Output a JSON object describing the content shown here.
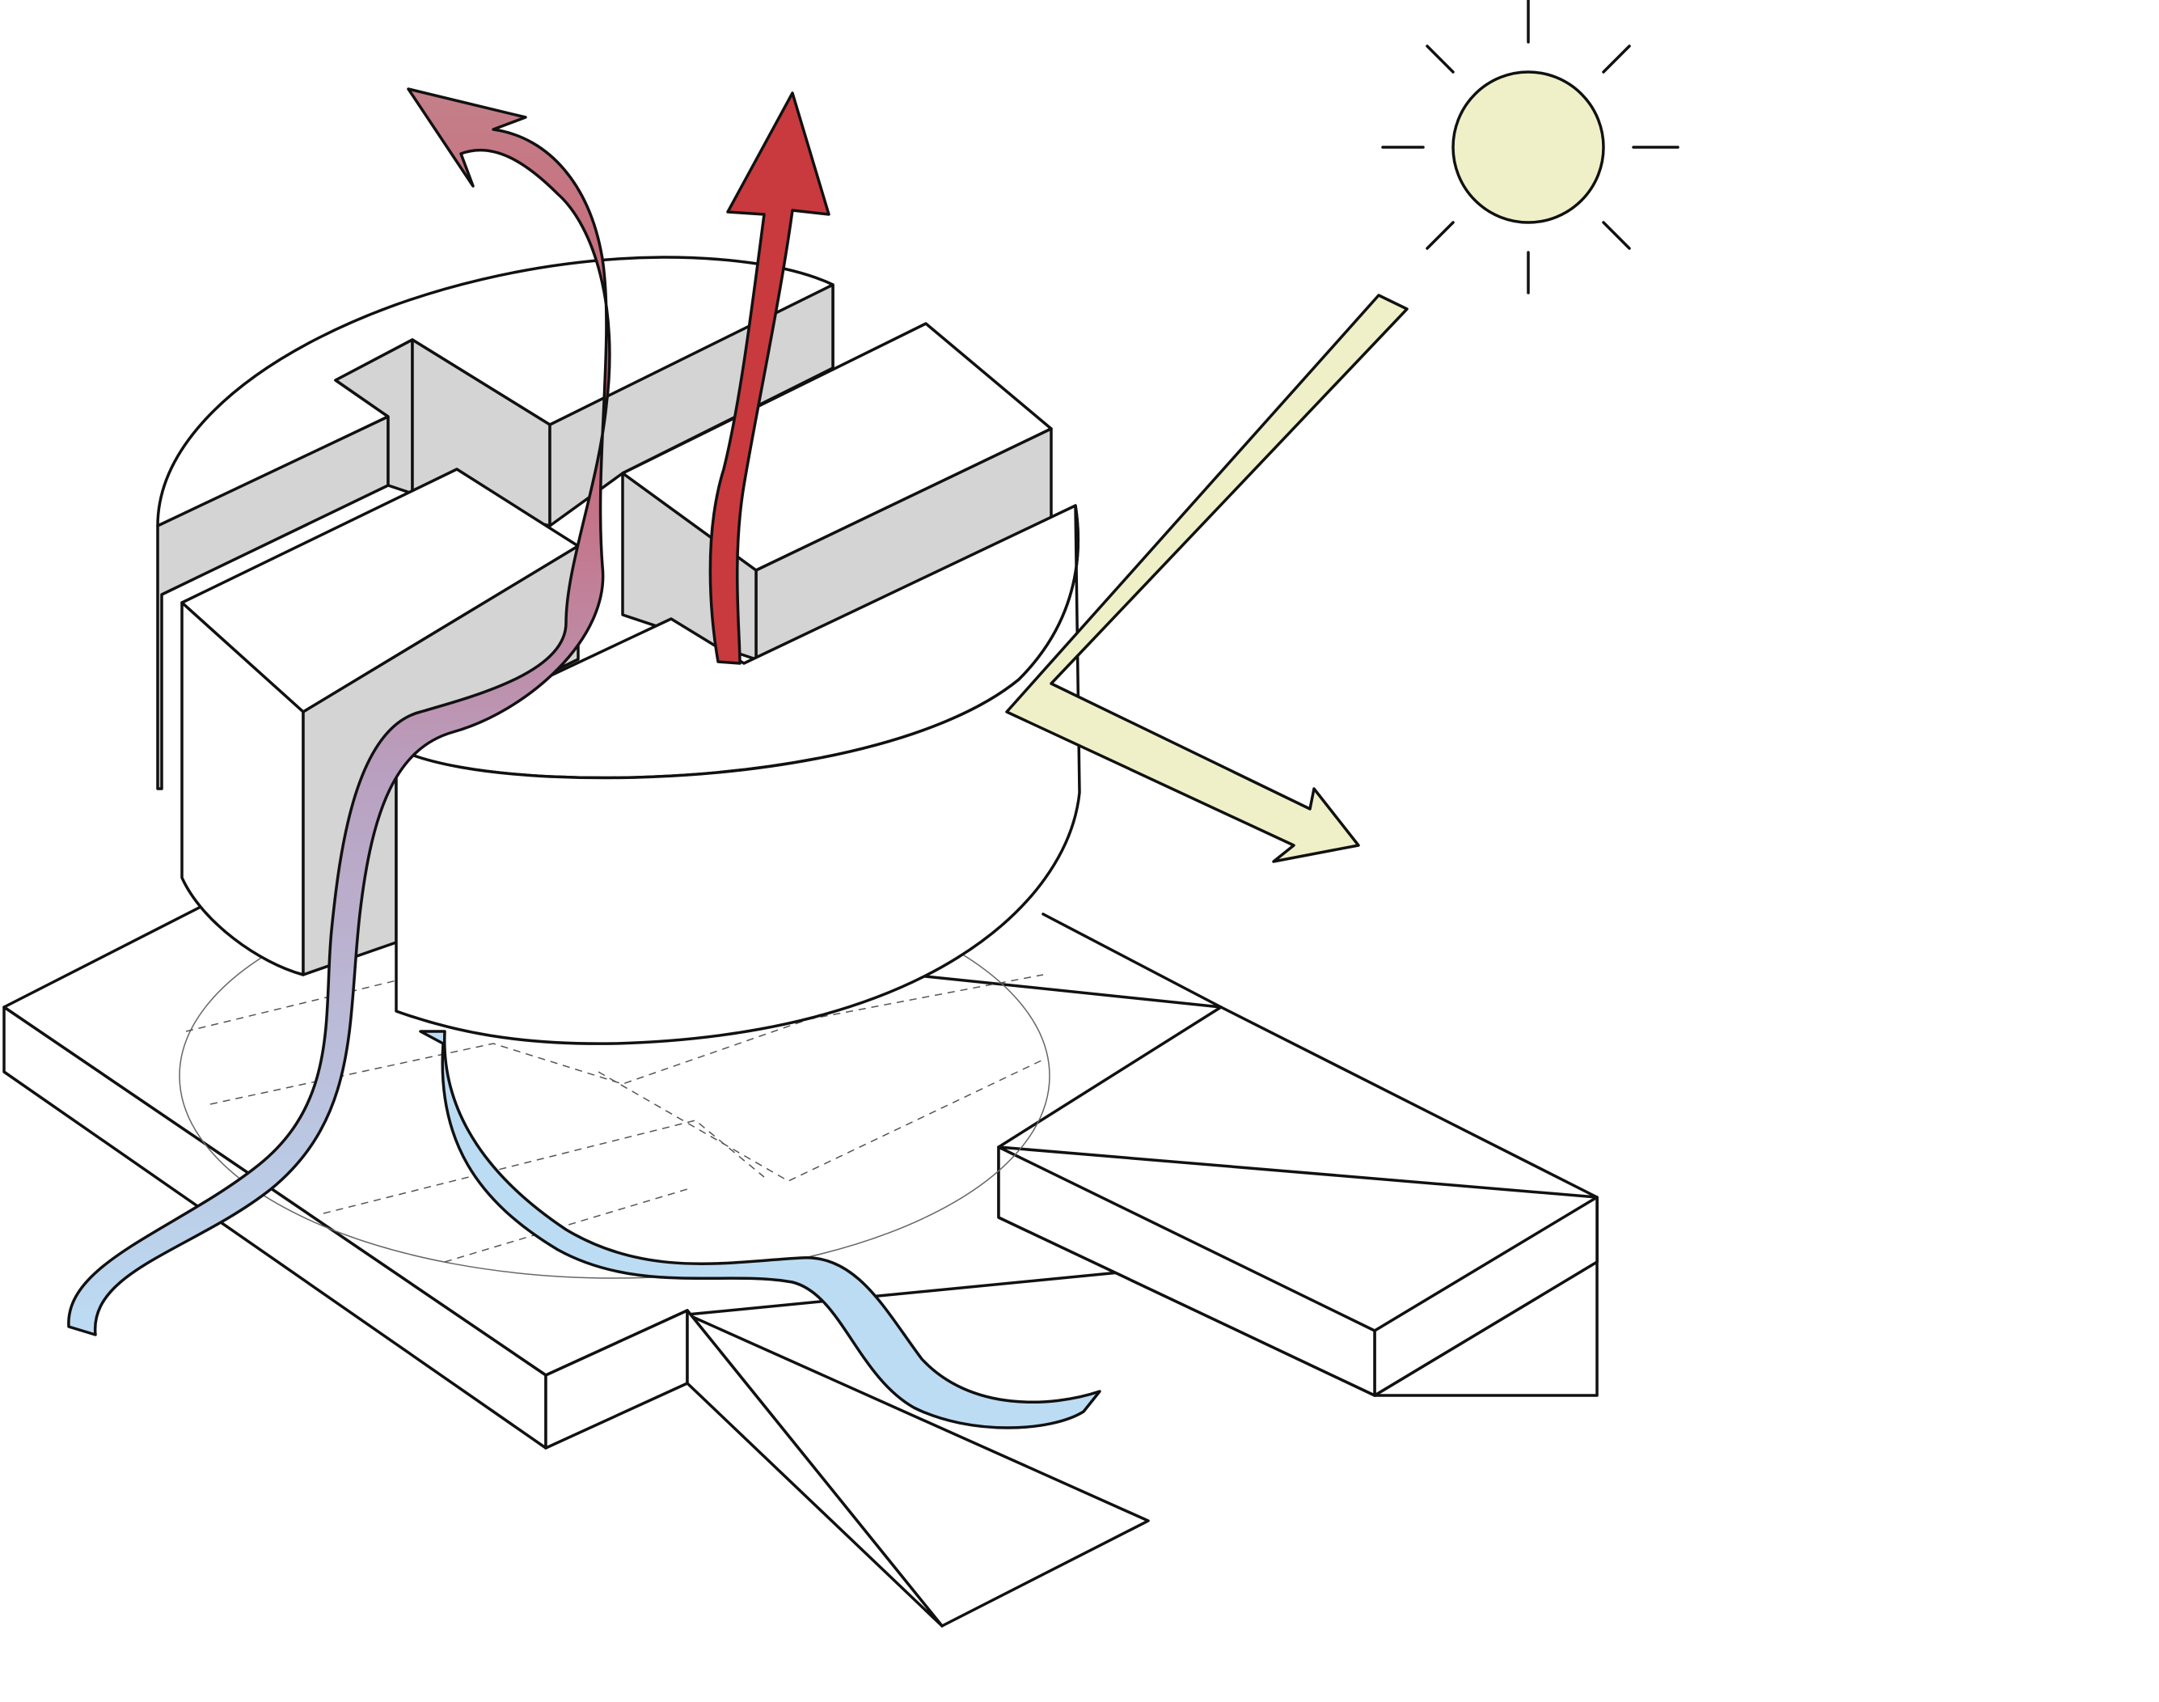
{
  "diagram": {
    "kind": "isometric climate strategy diagram",
    "labels": [],
    "colors": {
      "background": "#ffffff",
      "outline": "#111111",
      "wall_shade": "#d4d4d4",
      "block_face": "#ffffff",
      "sun_fill": "#eff0c8",
      "sun_ray_arrow": "#eff0c8",
      "warm_air_arrow": "#c83a3e",
      "warm_air_arrow_faded": "#c4808a",
      "cool_air_stream": "#bcdcf4",
      "cool_to_warm_gradient_mid": "#b9a0c0"
    },
    "icons": [
      "sun-icon",
      "reflected-sunlight-arrow",
      "warm-air-exhaust-arrow",
      "cool-air-intake-stream"
    ]
  }
}
